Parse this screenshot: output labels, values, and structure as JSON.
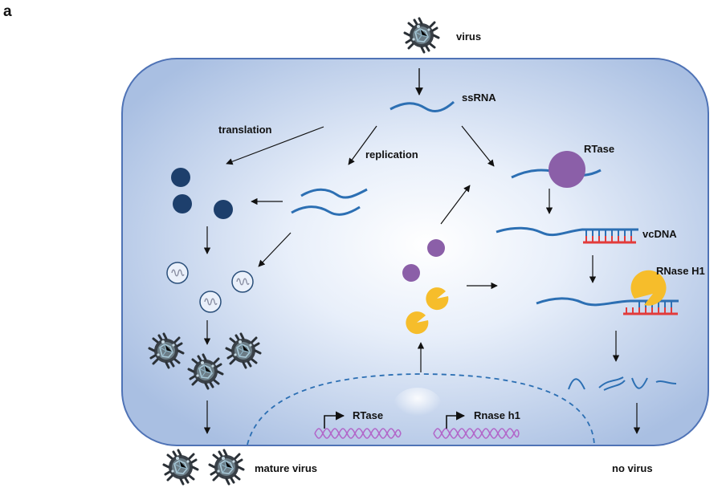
{
  "panel_letter": "a",
  "labels": {
    "virus": "virus",
    "ssrna": "ssRNA",
    "translation": "translation",
    "replication": "replication",
    "rtase": "RTase",
    "vcdna": "vcDNA",
    "rnase_h1": "RNase H1",
    "gene_rtase": "RTase",
    "gene_rnase": "Rnase h1",
    "mature_virus": "mature virus",
    "no_virus": "no virus"
  },
  "colors": {
    "cell_fill_edge": "#a9bfe2",
    "cell_fill_center": "#ffffff",
    "cell_border": "#4f73b6",
    "rna": "#2c6fb3",
    "protein": "#1d3f6c",
    "rtase": "#8b5fa8",
    "rnase": "#f6bd2b",
    "dna_red": "#e23b3b",
    "dna_blue": "#2c6fb3",
    "promoter_dna": "#b267c9",
    "arrow": "#111111"
  },
  "icons": {
    "virus_particle": "virus-icon",
    "vesicle": "vesicle-icon",
    "protein": "protein-icon"
  }
}
